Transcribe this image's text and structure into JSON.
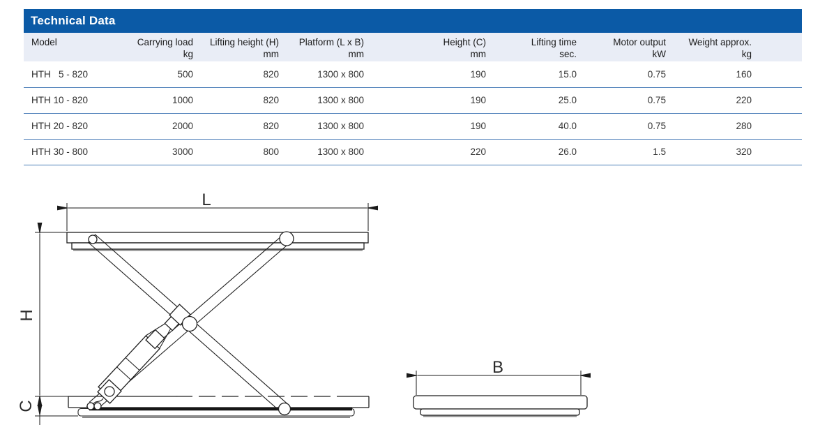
{
  "table": {
    "title": "Technical Data",
    "columns": [
      {
        "label": "Model",
        "unit": ""
      },
      {
        "label": "Carrying load",
        "unit": "kg"
      },
      {
        "label": "Lifting height (H)",
        "unit": "mm"
      },
      {
        "label": "Platform (L x B)",
        "unit": "mm"
      },
      {
        "label": "Height (C)",
        "unit": "mm"
      },
      {
        "label": "Lifting time",
        "unit": "sec."
      },
      {
        "label": "Motor output",
        "unit": "kW"
      },
      {
        "label": "Weight approx.",
        "unit": "kg"
      }
    ],
    "rows": [
      [
        "HTH   5 - 820",
        "500",
        "820",
        "1300 x 800",
        "190",
        "15.0",
        "0.75",
        "160"
      ],
      [
        "HTH 10 - 820",
        "1000",
        "820",
        "1300 x 800",
        "190",
        "25.0",
        "0.75",
        "220"
      ],
      [
        "HTH 20 - 820",
        "2000",
        "820",
        "1300 x 800",
        "190",
        "40.0",
        "0.75",
        "280"
      ],
      [
        "HTH 30 - 800",
        "3000",
        "800",
        "1300 x 800",
        "220",
        "26.0",
        "1.5",
        "320"
      ]
    ]
  },
  "diagram": {
    "labels": {
      "length": "L",
      "height": "H",
      "closed_height": "C",
      "width": "B"
    }
  },
  "colors": {
    "title_bar": "#0b5aa6",
    "header_row_bg": "#e9edf6",
    "row_separator": "#4a7db8",
    "drawing_stroke": "#1f1f1f"
  }
}
